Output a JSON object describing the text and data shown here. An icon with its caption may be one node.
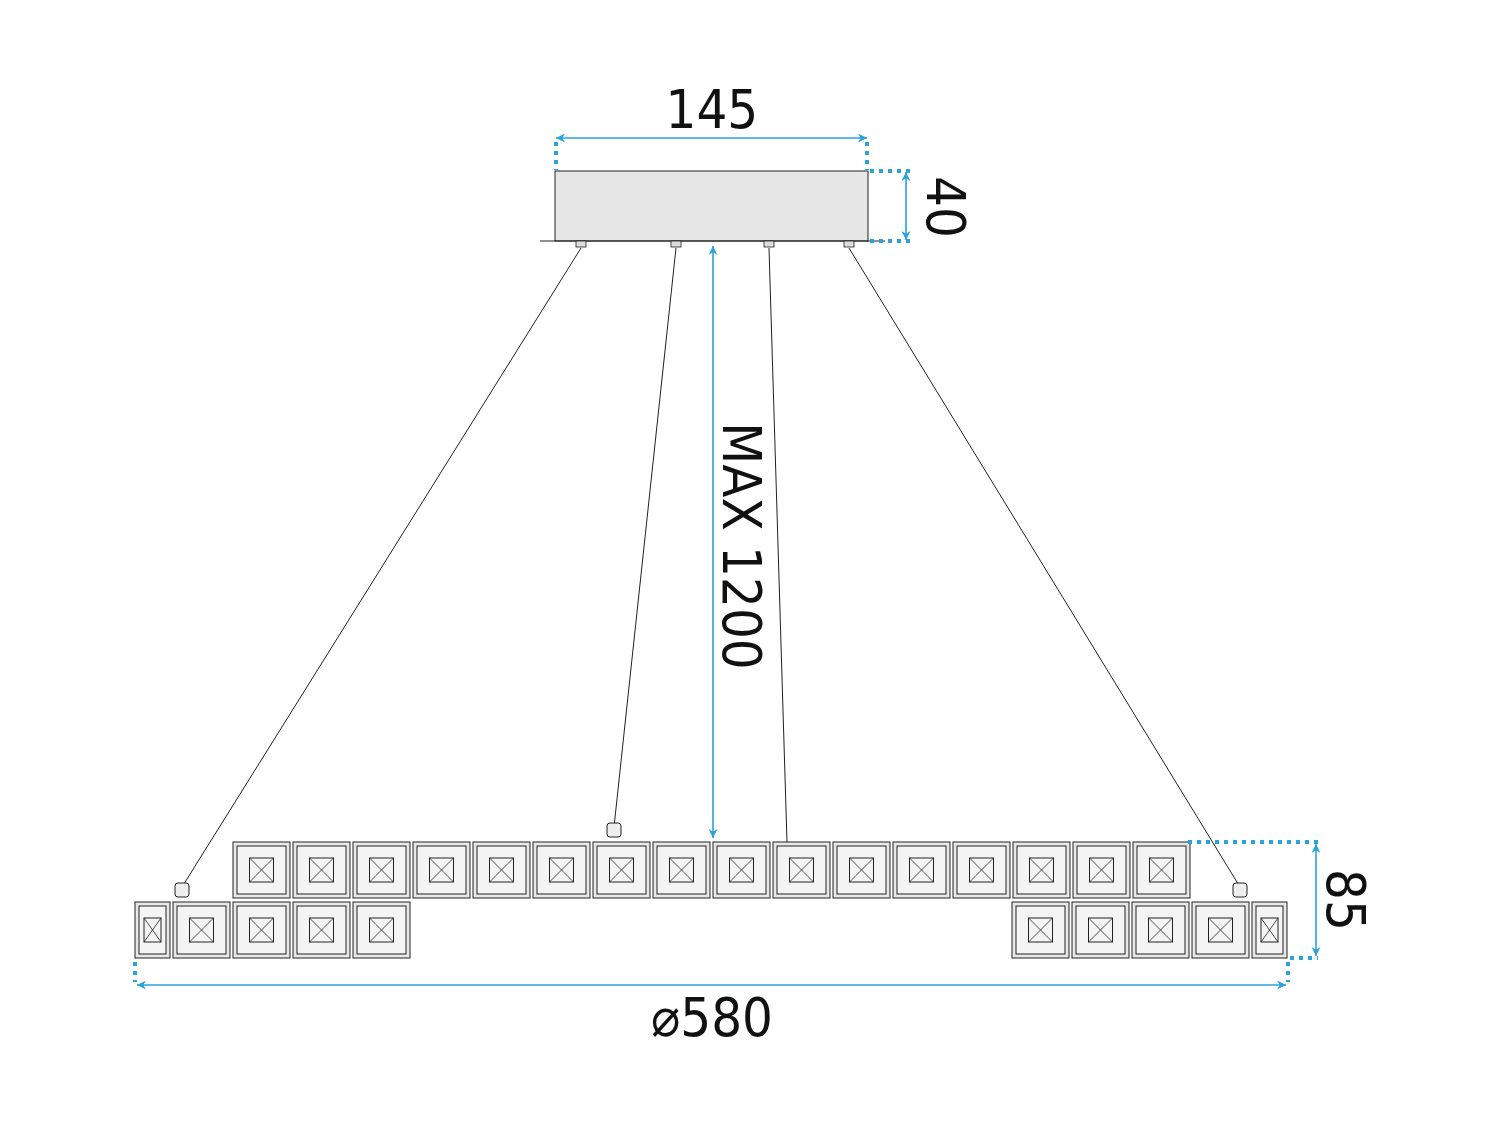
{
  "diagram": {
    "labels": [
      "145",
      "40",
      "MAX 1200",
      "85",
      "⌀580"
    ]
  }
}
